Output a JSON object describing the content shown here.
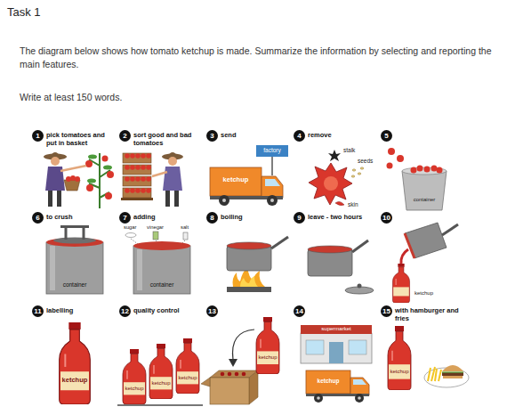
{
  "diagram": {
    "title": "Task 1",
    "nodes": [
      {
        "text": [
          "1",
          "pick tomatoes and put in basket"
        ]
      },
      {
        "text": [
          "2",
          "sort good and bad tomatoes"
        ]
      },
      {
        "text": [
          "3",
          "send"
        ]
      },
      {
        "text": [
          "4",
          "remove"
        ]
      },
      {
        "text": [
          "5"
        ]
      },
      {
        "text": [
          "6",
          "to crush"
        ]
      },
      {
        "text": [
          "7",
          "adding"
        ]
      },
      {
        "text": [
          "8",
          "boiling"
        ]
      },
      {
        "text": [
          "9",
          "leave - two hours"
        ]
      },
      {
        "text": [
          "10"
        ]
      },
      {
        "text": [
          "11",
          "labelling"
        ]
      },
      {
        "text": [
          "12",
          "quality control"
        ]
      },
      {
        "text": [
          "13"
        ]
      },
      {
        "text": [
          "14"
        ]
      },
      {
        "text": [
          "15",
          "with hamburger and fries"
        ]
      }
    ],
    "labels": [
      "The diagram below shows how tomato ketchup is made. Summarize the information by selecting and reporting the main features.",
      "Write at least 150 words.",
      "factory",
      "ketchup",
      "stalk",
      "seeds",
      "skin",
      "container",
      "container",
      "sugar",
      "vinegar",
      "salt",
      "container",
      "ketchup",
      "ketchup",
      "ketchup",
      "ketchup",
      "ketchup",
      "ketchup",
      "supermarket",
      "ketchup",
      "ketchup"
    ]
  }
}
